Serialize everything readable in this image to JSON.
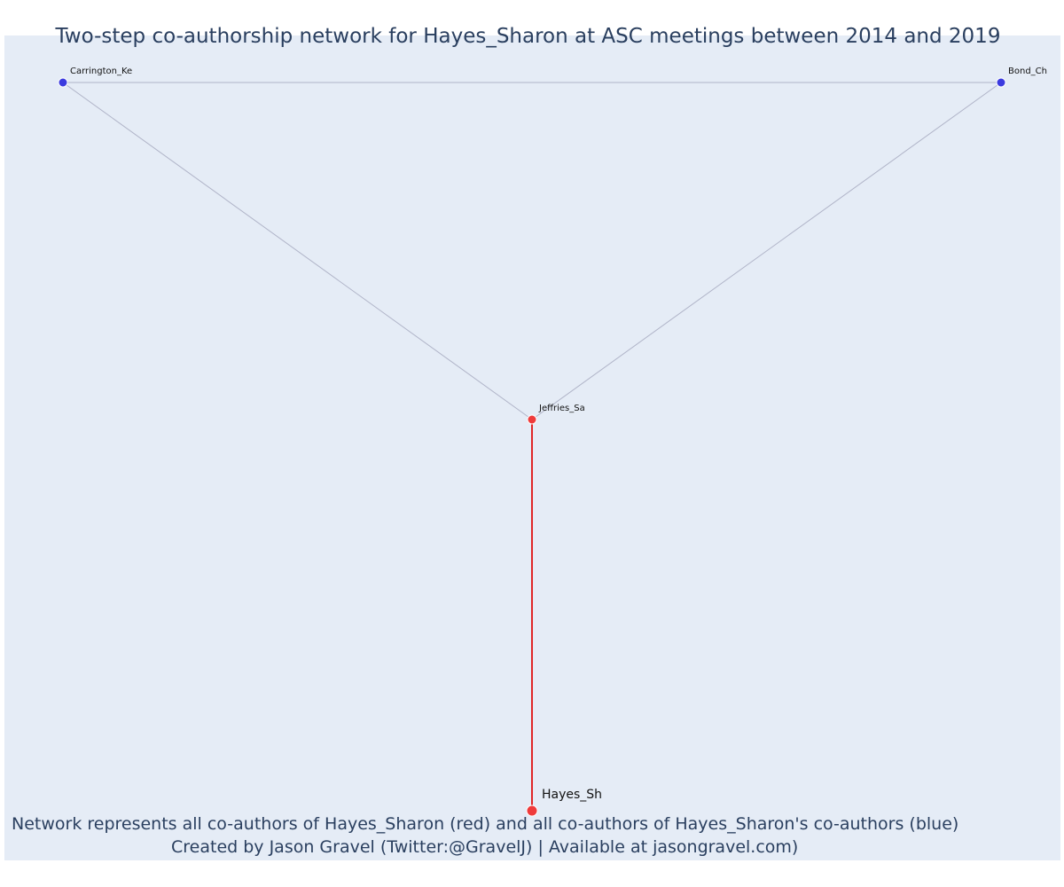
{
  "title": "Two-step co-authorship network for Hayes_Sharon at ASC meetings between 2014 and 2019",
  "captions": {
    "line1": "Network represents all co-authors of Hayes_Sharon (red) and all co-authors of Hayes_Sharon's co-authors (blue)",
    "line2": "Created by Jason Gravel (Twitter:@GravelJ) | Available at jasongravel.com)"
  },
  "colors": {
    "background": "#e5ecf6",
    "text": "#2a3f5f",
    "red_node": "#ef3b3b",
    "blue_node": "#3b3bdf",
    "grey_edge": "#b0b4c8",
    "red_edge": "#e02828"
  },
  "nodes": [
    {
      "id": "carrington",
      "label": "Carrington_Ke",
      "group": "blue"
    },
    {
      "id": "bond",
      "label": "Bond_Ch",
      "group": "blue"
    },
    {
      "id": "jeffries",
      "label": "Jeffries_Sa",
      "group": "red"
    },
    {
      "id": "hayes",
      "label": "Hayes_Sh",
      "group": "red"
    }
  ],
  "edges": [
    {
      "source": "carrington",
      "target": "bond",
      "type": "grey"
    },
    {
      "source": "carrington",
      "target": "jeffries",
      "type": "grey"
    },
    {
      "source": "bond",
      "target": "jeffries",
      "type": "grey"
    },
    {
      "source": "jeffries",
      "target": "hayes",
      "type": "red"
    }
  ]
}
